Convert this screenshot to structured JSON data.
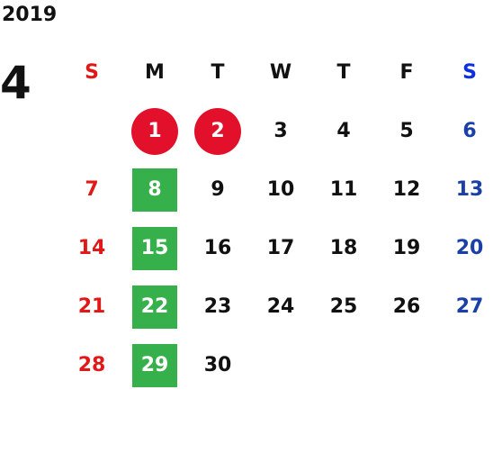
{
  "calendar": {
    "year": "2019",
    "month": "4",
    "weekdays": [
      {
        "label": "S",
        "kind": "sun"
      },
      {
        "label": "M",
        "kind": "normal"
      },
      {
        "label": "T",
        "kind": "normal"
      },
      {
        "label": "W",
        "kind": "normal"
      },
      {
        "label": "T",
        "kind": "normal"
      },
      {
        "label": "F",
        "kind": "normal"
      },
      {
        "label": "S",
        "kind": "satlabel"
      }
    ],
    "weeks": [
      [
        null,
        {
          "day": "1",
          "kind": "white",
          "mark": "red-circle"
        },
        {
          "day": "2",
          "kind": "white",
          "mark": "red-circle"
        },
        {
          "day": "3",
          "kind": "normal"
        },
        {
          "day": "4",
          "kind": "normal"
        },
        {
          "day": "5",
          "kind": "normal"
        },
        {
          "day": "6",
          "kind": "sat"
        }
      ],
      [
        {
          "day": "7",
          "kind": "sun"
        },
        {
          "day": "8",
          "kind": "white",
          "mark": "green-square"
        },
        {
          "day": "9",
          "kind": "normal"
        },
        {
          "day": "10",
          "kind": "normal"
        },
        {
          "day": "11",
          "kind": "normal"
        },
        {
          "day": "12",
          "kind": "normal"
        },
        {
          "day": "13",
          "kind": "sat"
        }
      ],
      [
        {
          "day": "14",
          "kind": "sun"
        },
        {
          "day": "15",
          "kind": "white",
          "mark": "green-square"
        },
        {
          "day": "16",
          "kind": "normal"
        },
        {
          "day": "17",
          "kind": "normal"
        },
        {
          "day": "18",
          "kind": "normal"
        },
        {
          "day": "19",
          "kind": "normal"
        },
        {
          "day": "20",
          "kind": "sat"
        }
      ],
      [
        {
          "day": "21",
          "kind": "sun"
        },
        {
          "day": "22",
          "kind": "white",
          "mark": "green-square"
        },
        {
          "day": "23",
          "kind": "normal"
        },
        {
          "day": "24",
          "kind": "normal"
        },
        {
          "day": "25",
          "kind": "normal"
        },
        {
          "day": "26",
          "kind": "normal"
        },
        {
          "day": "27",
          "kind": "sat"
        }
      ],
      [
        {
          "day": "28",
          "kind": "sun"
        },
        {
          "day": "29",
          "kind": "white",
          "mark": "green-square"
        },
        {
          "day": "30",
          "kind": "normal"
        },
        null,
        null,
        null,
        null
      ]
    ]
  },
  "colors": {
    "sunday": "#e01818",
    "saturday": "#1a40a8",
    "saturday_label": "#0c2fe0",
    "holiday_circle": "#e3102b",
    "marked_square": "#36b04a",
    "text": "#111111"
  }
}
